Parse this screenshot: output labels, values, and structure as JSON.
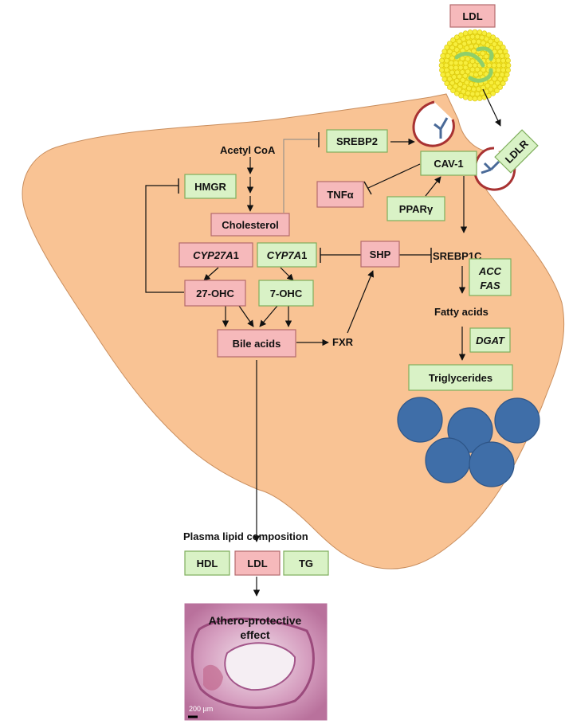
{
  "figure": {
    "nodes": {
      "ldl_top": "LDL",
      "ldlr": "LDLR",
      "acetyl_coa": "Acetyl CoA",
      "srebp2": "SREBP2",
      "cav1": "CAV-1",
      "hmgr": "HMGR",
      "tnfa": "TNFα",
      "ppary": "PPARγ",
      "cholesterol": "Cholesterol",
      "cyp27a1_a": "CYP27A",
      "cyp27a1_b": "1",
      "cyp7a1_a": "CYP7A",
      "cyp7a1_b": "1",
      "shp": "SHP",
      "srebp1c": "SREBP1C",
      "acc": "ACC",
      "fas": "FAS",
      "oh27": "27-OHC",
      "oh7": "7-OHC",
      "fatty_acids": "Fatty acids",
      "bile_acids": "Bile acids",
      "fxr": "FXR",
      "dgat": "DGAT",
      "triglycerides": "Triglycerides",
      "plasma": "Plasma lipid composition",
      "hdl": "HDL",
      "ldl_plasma": "LDL",
      "tg": "TG",
      "athero_1": "Athero-protective",
      "athero_2": "effect",
      "scale": "200 µm"
    },
    "colors": {
      "liver": "#f9c394",
      "green_box": "#d9f2c6",
      "red_box": "#f6b9bb",
      "lipid_droplet": "#3f6ea8",
      "ldl_particle": "#f2e51a",
      "receptor_pit": "#a83232",
      "receptor": "#4a6a98",
      "histology": "#d9a6c4"
    }
  }
}
